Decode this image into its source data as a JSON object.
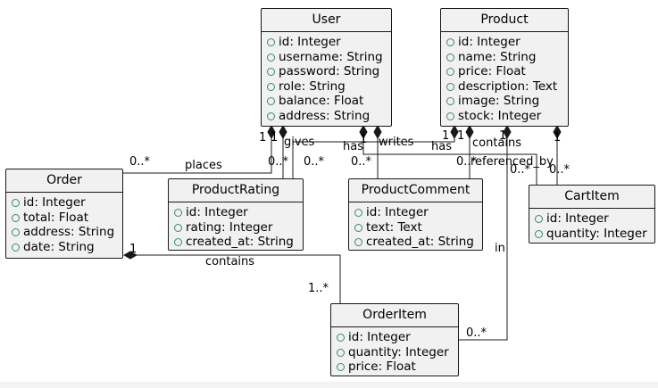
{
  "diagram": {
    "classes": [
      {
        "id": "user",
        "name": "User",
        "attributes": [
          "id: Integer",
          "username: String",
          "password: String",
          "role: String",
          "balance: Float",
          "address: String"
        ]
      },
      {
        "id": "product",
        "name": "Product",
        "attributes": [
          "id: Integer",
          "name: String",
          "price: Float",
          "description: Text",
          "image: String",
          "stock: Integer"
        ]
      },
      {
        "id": "order",
        "name": "Order",
        "attributes": [
          "id: Integer",
          "total: Float",
          "address: String",
          "date: String"
        ]
      },
      {
        "id": "product-rating",
        "name": "ProductRating",
        "attributes": [
          "id: Integer",
          "rating: Integer",
          "created_at: String"
        ]
      },
      {
        "id": "product-comment",
        "name": "ProductComment",
        "attributes": [
          "id: Integer",
          "text: Text",
          "created_at: String"
        ]
      },
      {
        "id": "cart-item",
        "name": "CartItem",
        "attributes": [
          "id: Integer",
          "quantity: Integer"
        ]
      },
      {
        "id": "order-item",
        "name": "OrderItem",
        "attributes": [
          "id: Integer",
          "quantity: Integer",
          "price: Float"
        ]
      }
    ],
    "relationships": [
      {
        "id": "user-order",
        "from": "User",
        "to": "Order",
        "label": "places",
        "from_mult": "1",
        "to_mult": "0..*"
      },
      {
        "id": "user-rating",
        "from": "User",
        "to": "ProductRating",
        "label": "gives",
        "from_mult": "1",
        "to_mult": "0..*"
      },
      {
        "id": "user-comment",
        "from": "User",
        "to": "ProductComment",
        "label": "writes",
        "from_mult": "1",
        "to_mult": "0..*"
      },
      {
        "id": "user-cart",
        "from": "User",
        "to": "CartItem",
        "label": "has",
        "from_mult": "1",
        "to_mult": "0..*"
      },
      {
        "id": "product-rating",
        "from": "Product",
        "to": "ProductRating",
        "label": "has",
        "from_mult": "1",
        "to_mult": "0..*"
      },
      {
        "id": "product-comment",
        "from": "Product",
        "to": "ProductComment",
        "label": "referenced_by",
        "from_mult": "1",
        "to_mult": "0..*"
      },
      {
        "id": "product-cart",
        "from": "Product",
        "to": "CartItem",
        "label": "contains",
        "from_mult": "1",
        "to_mult": "0..*"
      },
      {
        "id": "product-orderitem",
        "from": "Product",
        "to": "OrderItem",
        "label": "in",
        "from_mult": "1",
        "to_mult": "0..*"
      },
      {
        "id": "order-orderitem",
        "from": "Order",
        "to": "OrderItem",
        "label": "contains",
        "from_mult": "1",
        "to_mult": "1..*"
      }
    ]
  }
}
